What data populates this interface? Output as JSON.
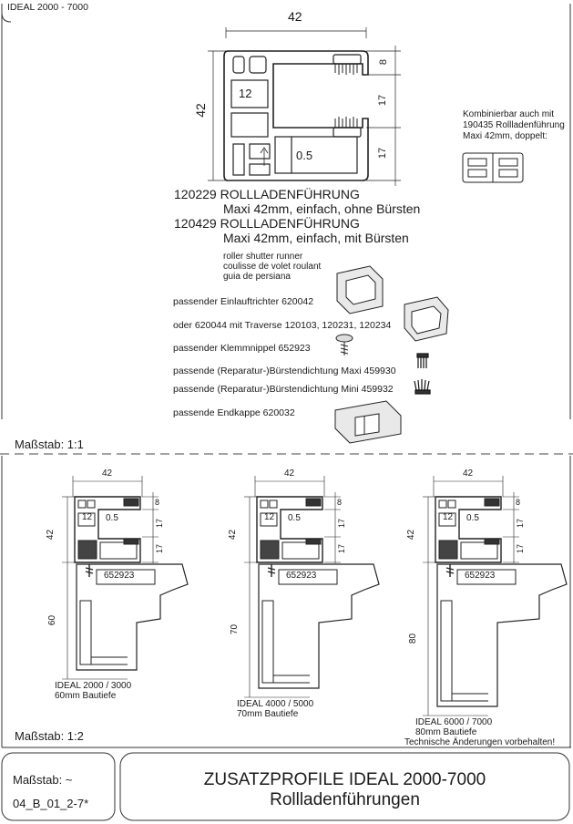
{
  "header": {
    "code": "IDEAL 2000 - 7000"
  },
  "main_drawing": {
    "dim_width": "42",
    "dim_height": "42",
    "dim_8": "8",
    "dim_17a": "17",
    "dim_17b": "17",
    "dim_12": "12",
    "dim_05": "0.5"
  },
  "combinable_note": {
    "line1": "Kombinierbar auch mit",
    "line2": "190435 Rollladenführung",
    "line3": "Maxi 42mm, doppelt:"
  },
  "products": [
    {
      "number": "120229",
      "name": "ROLLLADENFÜHRUNG",
      "sub": "Maxi 42mm, einfach, ohne Bürsten"
    },
    {
      "number": "120429",
      "name": "ROLLLADENFÜHRUNG",
      "sub": "Maxi 42mm, einfach, mit Bürsten"
    }
  ],
  "translations": [
    "roller shutter runner",
    "coulisse de volet roulant",
    "guia de persiana"
  ],
  "accessories": [
    "passender Einlauftrichter 620042",
    "oder 620044 mit Traverse 120103, 120231, 120234",
    "passender Klemmnippel 652923",
    "passende (Reparatur-)Bürstendichtung Maxi 459930",
    "passende (Reparatur-)Bürstendichtung Mini 459932",
    "passende Endkappe 620032"
  ],
  "scale_1": "Maßstab: 1:1",
  "scale_2": "Maßstab: 1:2",
  "sections": [
    {
      "w": "42",
      "h42": "42",
      "d8": "8",
      "d17a": "17",
      "d17b": "17",
      "d12": "12",
      "d05": "0.5",
      "nipple": "652923",
      "depth": "60",
      "line1": "IDEAL 2000 / 3000",
      "line2": "60mm Bautiefe"
    },
    {
      "w": "42",
      "h42": "42",
      "d8": "8",
      "d17a": "17",
      "d17b": "17",
      "d12": "12",
      "d05": "0.5",
      "nipple": "652923",
      "depth": "70",
      "line1": "IDEAL 4000 / 5000",
      "line2": "70mm Bautiefe"
    },
    {
      "w": "42",
      "h42": "42",
      "d8": "8",
      "d17a": "17",
      "d17b": "17",
      "d12": "12",
      "d05": "0.5",
      "nipple": "652923",
      "depth": "80",
      "line1": "IDEAL 6000 / 7000",
      "line2": "80mm Bautiefe"
    }
  ],
  "disclaimer": "Technische Änderungen vorbehalten!",
  "footer": {
    "scale": "Maßstab: ~",
    "code": "04_B_01_2-7*",
    "title": "ZUSATZPROFILE IDEAL 2000-7000",
    "subtitle": "Rollladenführungen"
  }
}
